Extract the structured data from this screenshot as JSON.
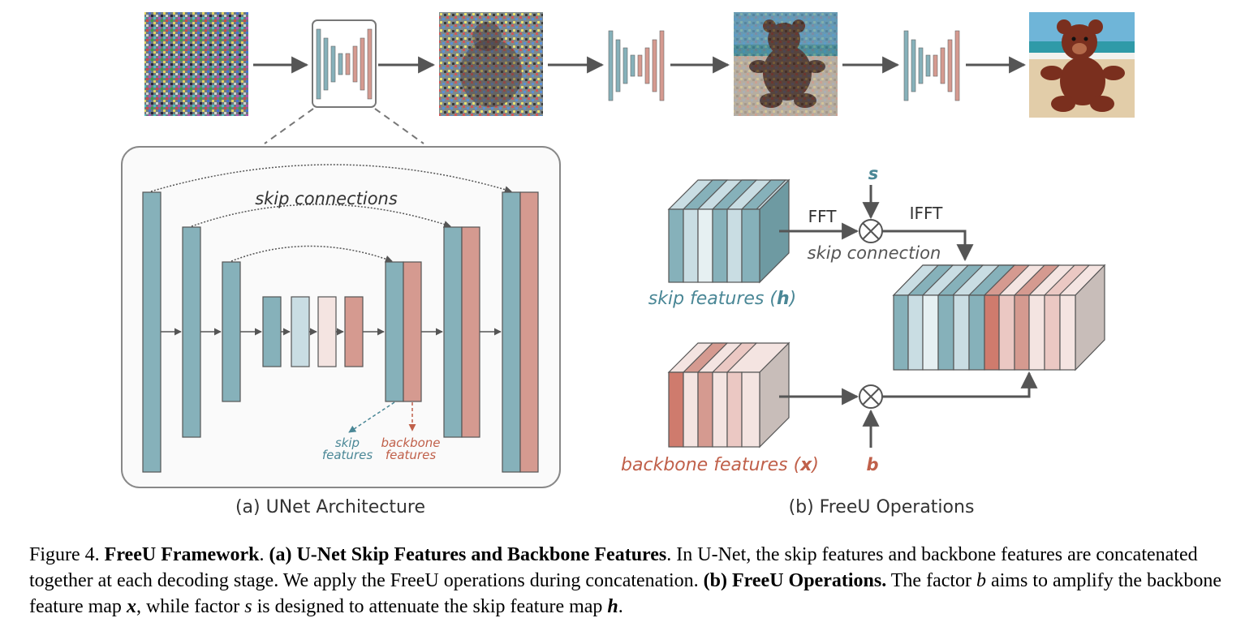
{
  "labels": {
    "skip_connections": "skip connections",
    "skip_features_small_1": "skip",
    "skip_features_small_2": "features",
    "backbone_features_small_1": "backbone",
    "backbone_features_small_2": "features",
    "fft": "FFT",
    "ifft": "IFFT",
    "s": "s",
    "b": "b",
    "skip_connection": "skip connection",
    "skip_features_h_text": "skip features (",
    "skip_features_h_var": "h",
    "backbone_features_x_text": "backbone features (",
    "backbone_features_x_var": "x",
    "close_paren": ")",
    "panel_a": "(a) UNet Architecture",
    "panel_b": "(b) FreeU Operations"
  },
  "caption": {
    "fig_no": "Figure 4.",
    "title": "FreeU Framework",
    "part_a_title": "(a) U-Net Skip Features and Backbone Features",
    "part_a_text": "In U-Net, the skip features and backbone features are concatenated together at each decoding stage. We apply the FreeU operations during concatenation.",
    "part_b_title": "(b) FreeU Operations.",
    "part_b_text_1": "The factor",
    "var_b": "b",
    "part_b_text_2": "aims to amplify the backbone feature map",
    "var_x": "x",
    "part_b_text_3": ", while factor",
    "var_s": "s",
    "part_b_text_4": "is designed to attenuate the skip feature map",
    "var_h": "h",
    "end": "."
  },
  "colors": {
    "teal": "#86b1ba",
    "teal_light": "#c9dde3",
    "teal_pale": "#e6f0f2",
    "salmon": "#d59a90",
    "salmon_dark": "#cf7b6d",
    "salmon_light": "#ebc8c3",
    "salmon_pale": "#f4e4e1",
    "gray_face": "#c8bdb9",
    "label_teal": "#4a8796",
    "label_red": "#c0604a",
    "arrow": "#555555"
  }
}
